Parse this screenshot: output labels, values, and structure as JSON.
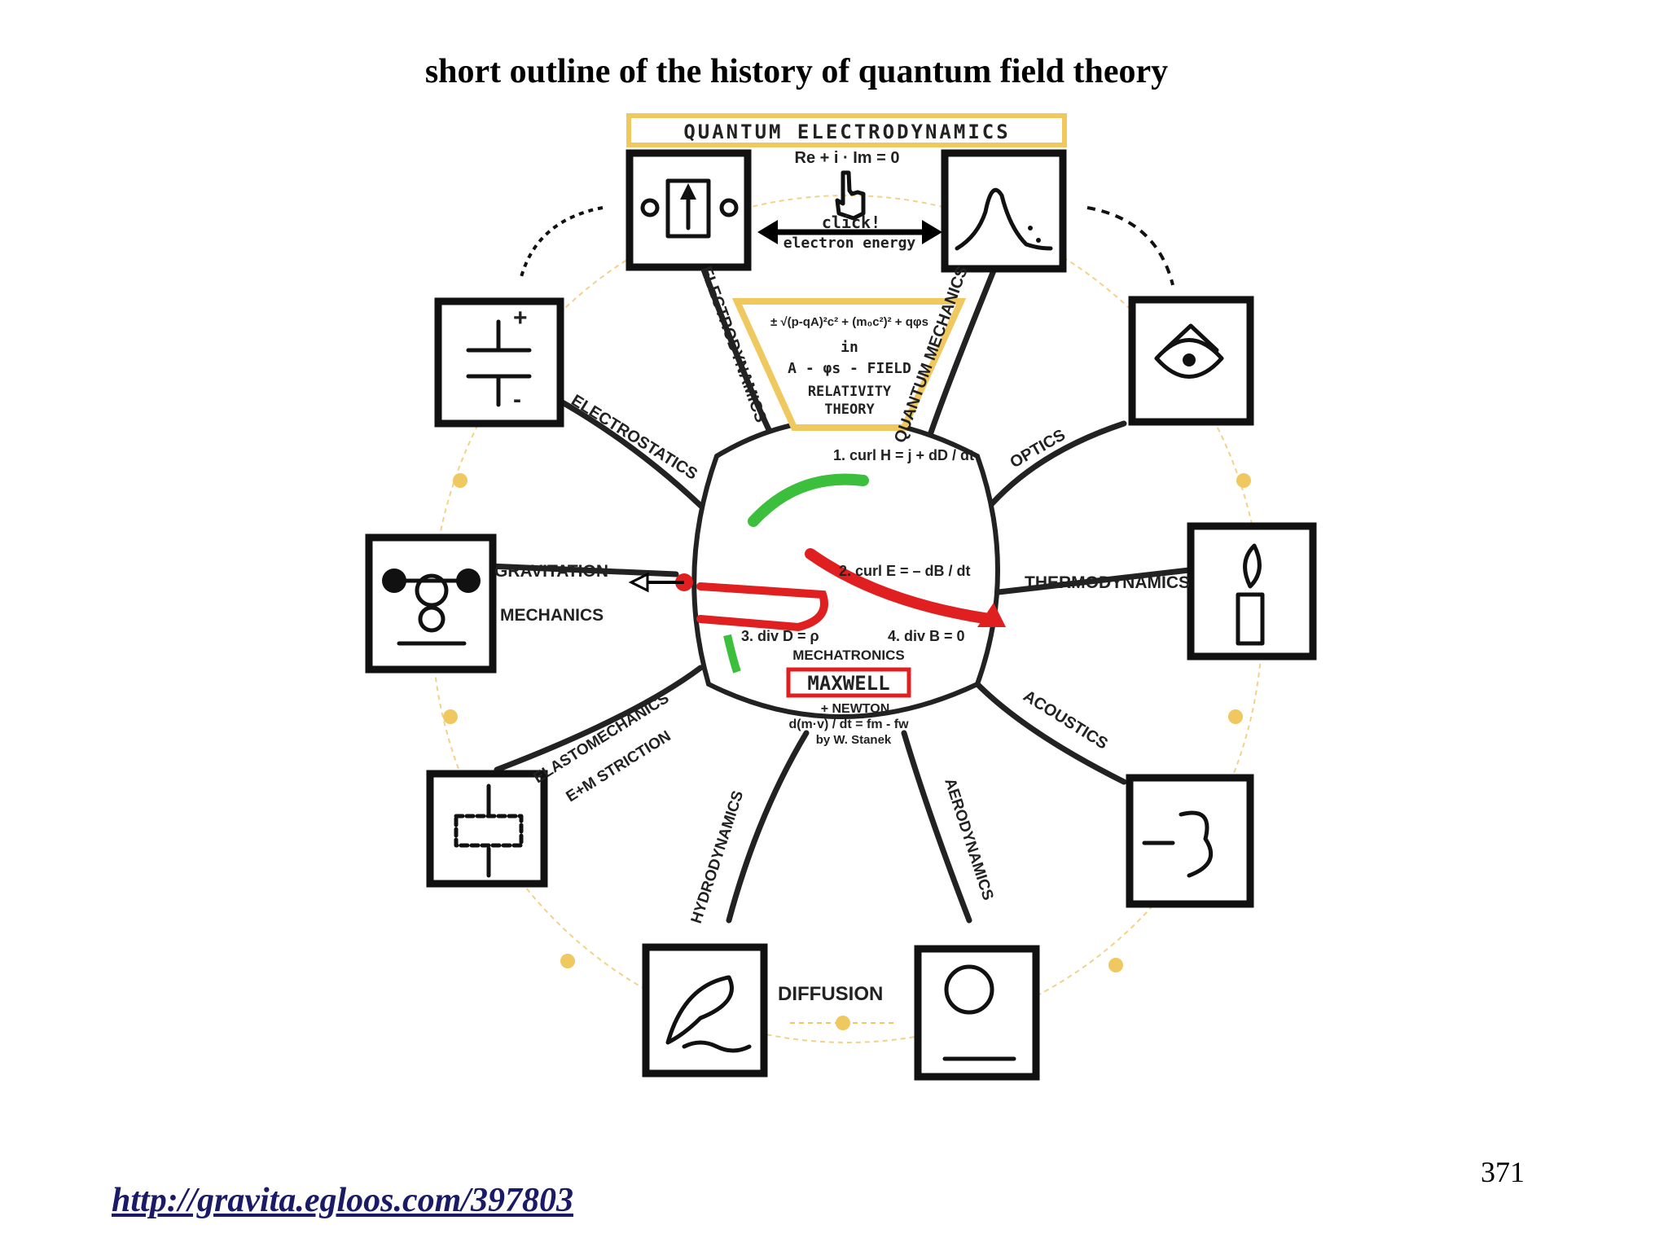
{
  "slide": {
    "title": "short outline of the history of quantum field theory",
    "page_number": "371",
    "source_link": "http://gravita.egloos.com/397803"
  },
  "diagram": {
    "header": "QUANTUM ELECTRODYNAMICS",
    "formula_top": "Re + i · Im = 0",
    "click": "click!",
    "electron_energy": "electron energy",
    "energy_formula": "± √(p-qA)²c² + (m₀c²)² + qφs",
    "in_word": "in",
    "field": "A - φs  - FIELD",
    "relativity": [
      "RELATIVITY",
      "THEORY"
    ],
    "maxwell_eq": [
      "1. curl H = j + dD / dt",
      "2. curl E = – dB / dt",
      "3. div D = ρ",
      "4. div B = 0"
    ],
    "mechatronics": "MECHATRONICS",
    "maxwell": "MAXWELL",
    "newton": "+ NEWTON",
    "newton_eq": "d(m·v) / dt = fm - fw",
    "author": "by W. Stanek",
    "branches": {
      "electrodynamics": "ELECTRODYNAMICS",
      "quantum_mechanics": "QUANTUM MECHANICS",
      "electrostatics": "ELECTROSTATICS",
      "optics": "OPTICS",
      "gravitation": "GRAVITATION",
      "mechanics": "MECHANICS",
      "thermodynamics": "THERMODYNAMICS",
      "elastomechanics": "ELASTOMECHANICS",
      "em_striction": "E+M STRICTION",
      "acoustics": "ACOUSTICS",
      "hydrodynamics": "HYDRODYNAMICS",
      "aerodynamics": "AERODYNAMICS",
      "diffusion": "DIFFUSION"
    },
    "colors": {
      "accent_red": "#e02020",
      "accent_green": "#3cbf3c",
      "accent_gold": "#f0c860",
      "accent_blue": "#1a2fd0"
    }
  }
}
